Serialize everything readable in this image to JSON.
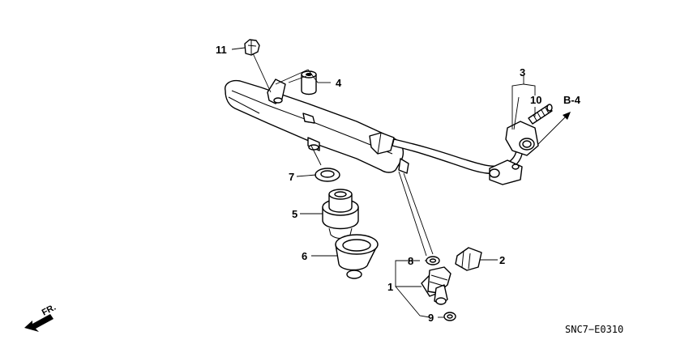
{
  "callouts": {
    "c1": "1",
    "c2": "2",
    "c3": "3",
    "c4": "4",
    "c5": "5",
    "c6": "6",
    "c7": "7",
    "c8": "8",
    "c9": "9",
    "c10": "10",
    "c11": "11"
  },
  "reference": "B-4",
  "fr_label": "FR.",
  "diagram_code": "SNC7−E0310"
}
